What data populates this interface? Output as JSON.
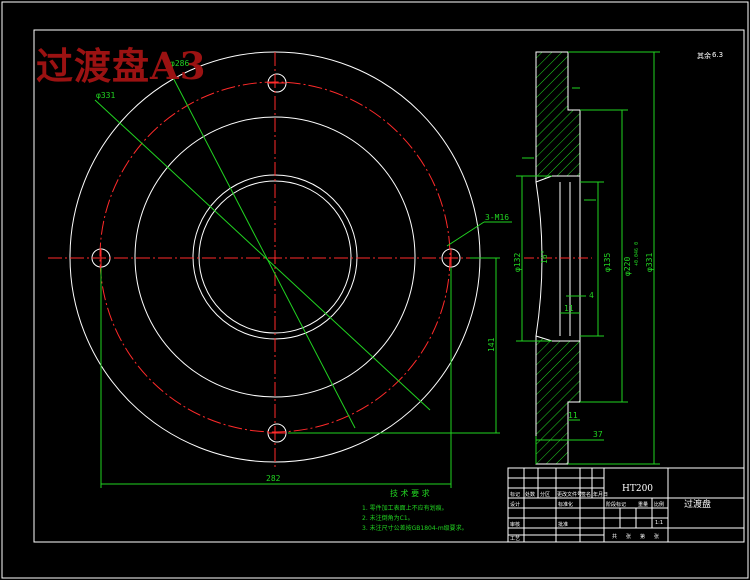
{
  "drawing_title": "过渡盘A3",
  "dimensions": {
    "d_bolt_circle": "φ286",
    "d_outer": "φ331",
    "thread": "3-M16",
    "height_141": "141",
    "width_282": "282",
    "d132": "φ132",
    "angle16": "16°",
    "d135": "φ135",
    "d220": "φ220",
    "tol220": "+0.046 0",
    "d331_side": "φ331",
    "dim4": "4",
    "dim11_top": "11",
    "dim11_bottom": "11",
    "dim37": "37"
  },
  "roughness": {
    "symbol": "6.3",
    "general": "其余"
  },
  "tech_requirements": {
    "heading": "技 术 要 求",
    "items": [
      "1. 零件加工表面上不应有划痕。",
      "2. 未注倒角为C1。",
      "3. 未注尺寸公差按GB1804-m级要求。"
    ]
  },
  "title_block": {
    "material": "HT200",
    "part_name": "过渡盘",
    "scale": "1:1",
    "row_labels": [
      "标记",
      "设计",
      "审核",
      "工艺"
    ],
    "col_labels": [
      "处数",
      "分区",
      "更改文件号",
      "签名",
      "年月日"
    ],
    "mid_labels": [
      "标准化",
      "批准"
    ],
    "right_labels": [
      "阶段标记",
      "重量",
      "比例"
    ],
    "bottom_labels": [
      "共",
      "张",
      "第",
      "张"
    ]
  },
  "colors": {
    "line": "#ffffff",
    "center": "#ff2a2a",
    "dim": "#21d321",
    "title": "#9b1212",
    "hatch": "#21d321"
  }
}
